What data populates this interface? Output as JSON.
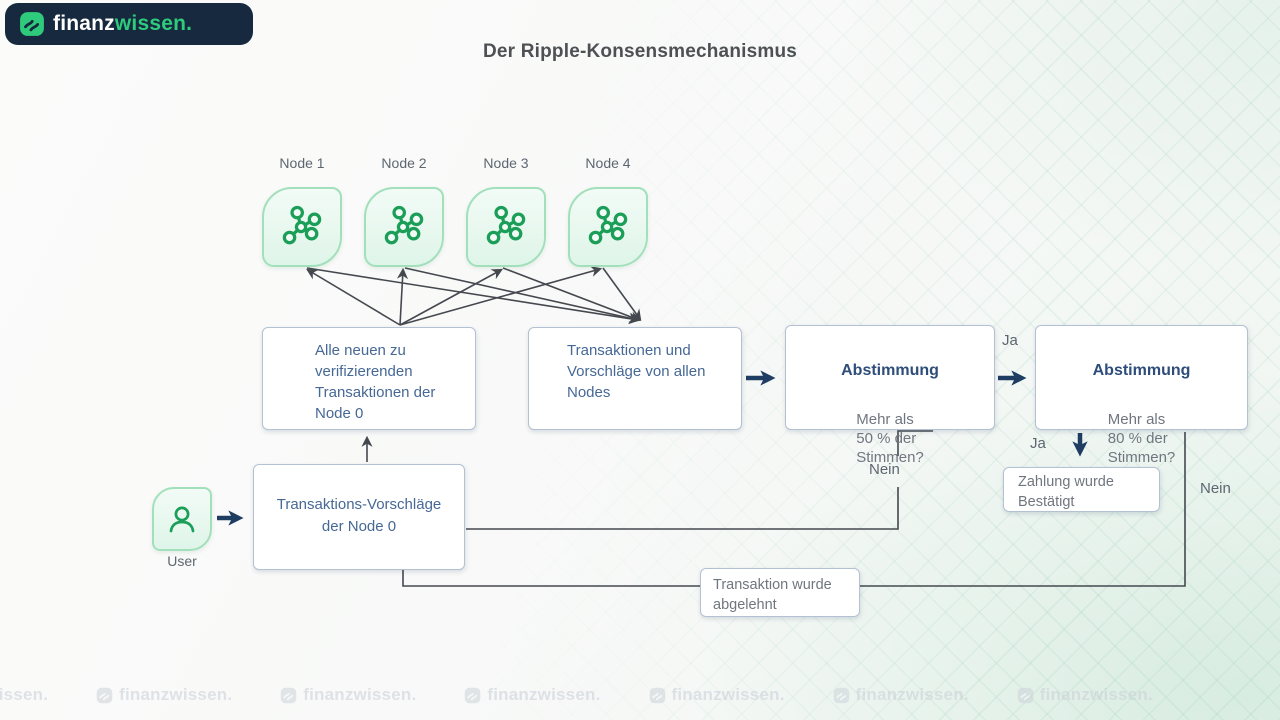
{
  "logo": {
    "brand_first": "finanz",
    "brand_second": "wissen."
  },
  "title": "Der Ripple-Konsensmechanismus",
  "nodes": {
    "labels": [
      "Node 1",
      "Node 2",
      "Node 3",
      "Node 4"
    ]
  },
  "boxes": {
    "alle_neuen": "Alle neuen zu\nverifizierenden\nTransaktionen der\nNode 0",
    "transaktionen_und": "Transaktionen und\nVorschläge von allen\nNodes",
    "abstimmung_50": {
      "title": "Abstimmung",
      "body": "Mehr als\n50 % der\nStimmen?"
    },
    "abstimmung_80": {
      "title": "Abstimmung",
      "body": "Mehr als\n80 % der\nStimmen?"
    },
    "zahlung": "Zahlung wurde\nBestätigt",
    "abgelehnt": "Transaktion wurde\nabgelehnt",
    "transaktions_vorschlaege": "Transaktions-Vorschläge\nder Node 0"
  },
  "labels": {
    "user": "User",
    "ja_between": "Ja",
    "ja_down": "Ja",
    "nein_left": "Nein",
    "nein_right": "Nein"
  },
  "watermark": {
    "text": "finanzwissen.",
    "count": 8
  },
  "colors": {
    "brand_navy": "#16293e",
    "brand_green": "#2fcb7c",
    "node_border_green": "#a2e0bb",
    "node_fill_green": "#e9f8f0",
    "icon_green": "#1b9e57",
    "box_border": "#b4c1d3",
    "text_blue": "#466895",
    "heading_navy": "#2e4d7b",
    "text_gray": "#70767f",
    "thin_line": "#45494f",
    "thick_arrow": "#1f3d63"
  }
}
